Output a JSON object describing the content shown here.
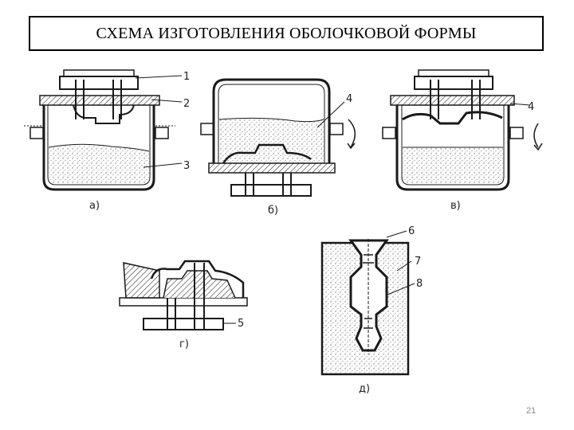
{
  "title": "СХЕМА ИЗГОТОВЛЕНИЯ ОБОЛОЧКОВОЙ ФОРМЫ",
  "page_number": "21",
  "panels": [
    {
      "id": "a",
      "label": "а)"
    },
    {
      "id": "b",
      "label": "б)"
    },
    {
      "id": "v",
      "label": "в)"
    },
    {
      "id": "g",
      "label": "г)"
    },
    {
      "id": "d",
      "label": "д)"
    }
  ],
  "callouts": [
    "1",
    "2",
    "3",
    "4",
    "4",
    "5",
    "6",
    "7",
    "8"
  ],
  "colors": {
    "line": "#1a1a1a",
    "sand": "#9a9a9a",
    "border": "#000000"
  }
}
